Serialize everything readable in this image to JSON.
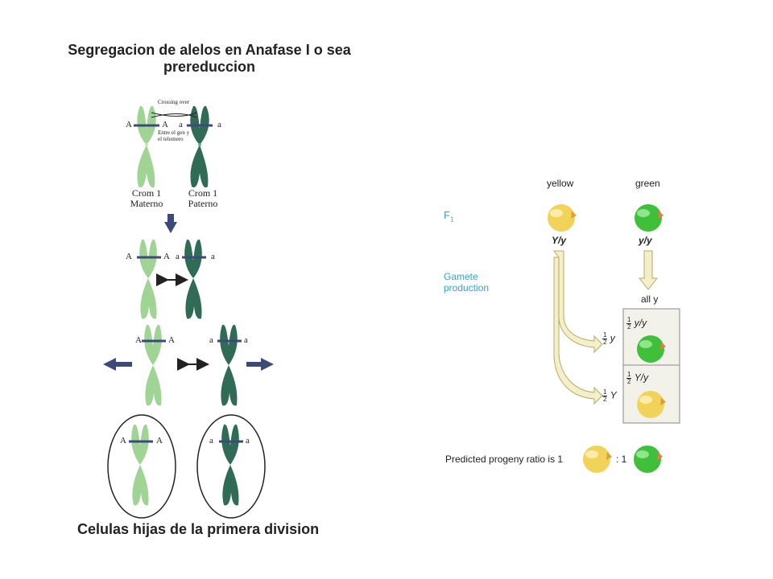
{
  "left": {
    "title_line1": "Segregacion de alelos en Anafase I o sea",
    "title_line2": "prereduccion",
    "crossing_over": "Crossing over",
    "entre_line1": "Entre el gen y",
    "entre_line2": "el telomero",
    "allele_A": "A",
    "allele_a": "a",
    "crom_materno_line1": "Crom 1",
    "crom_materno_line2": "Materno",
    "crom_paterno_line1": "Crom 1",
    "crom_paterno_line2": "Paterno",
    "caption": "Celulas hijas de la primera division"
  },
  "right": {
    "yellow": "yellow",
    "green": "green",
    "f1_label": "F",
    "f1_sub": "1",
    "gamete_line1": "Gamete",
    "gamete_line2": "production",
    "geno_yellow": "Y/y",
    "geno_green": "y/y",
    "all_y": "all y",
    "half_num": "1",
    "half_den": "2",
    "box_top_geno": "y/y",
    "box_bottom_geno": "Y/y",
    "gamete_y": "y",
    "gamete_Y": "Y",
    "ratio_text": "Predicted progeny ratio is 1",
    "ratio_sep": ": 1"
  },
  "colors": {
    "chrom_light": "#9fd494",
    "chrom_dark": "#2f6b55",
    "band": "#3c4a7a",
    "yellow_pea": "#f2d35a",
    "green_pea": "#3fbf3a",
    "cyan_text": "#3aa0c8",
    "arrow_fill": "#f3efc8"
  }
}
